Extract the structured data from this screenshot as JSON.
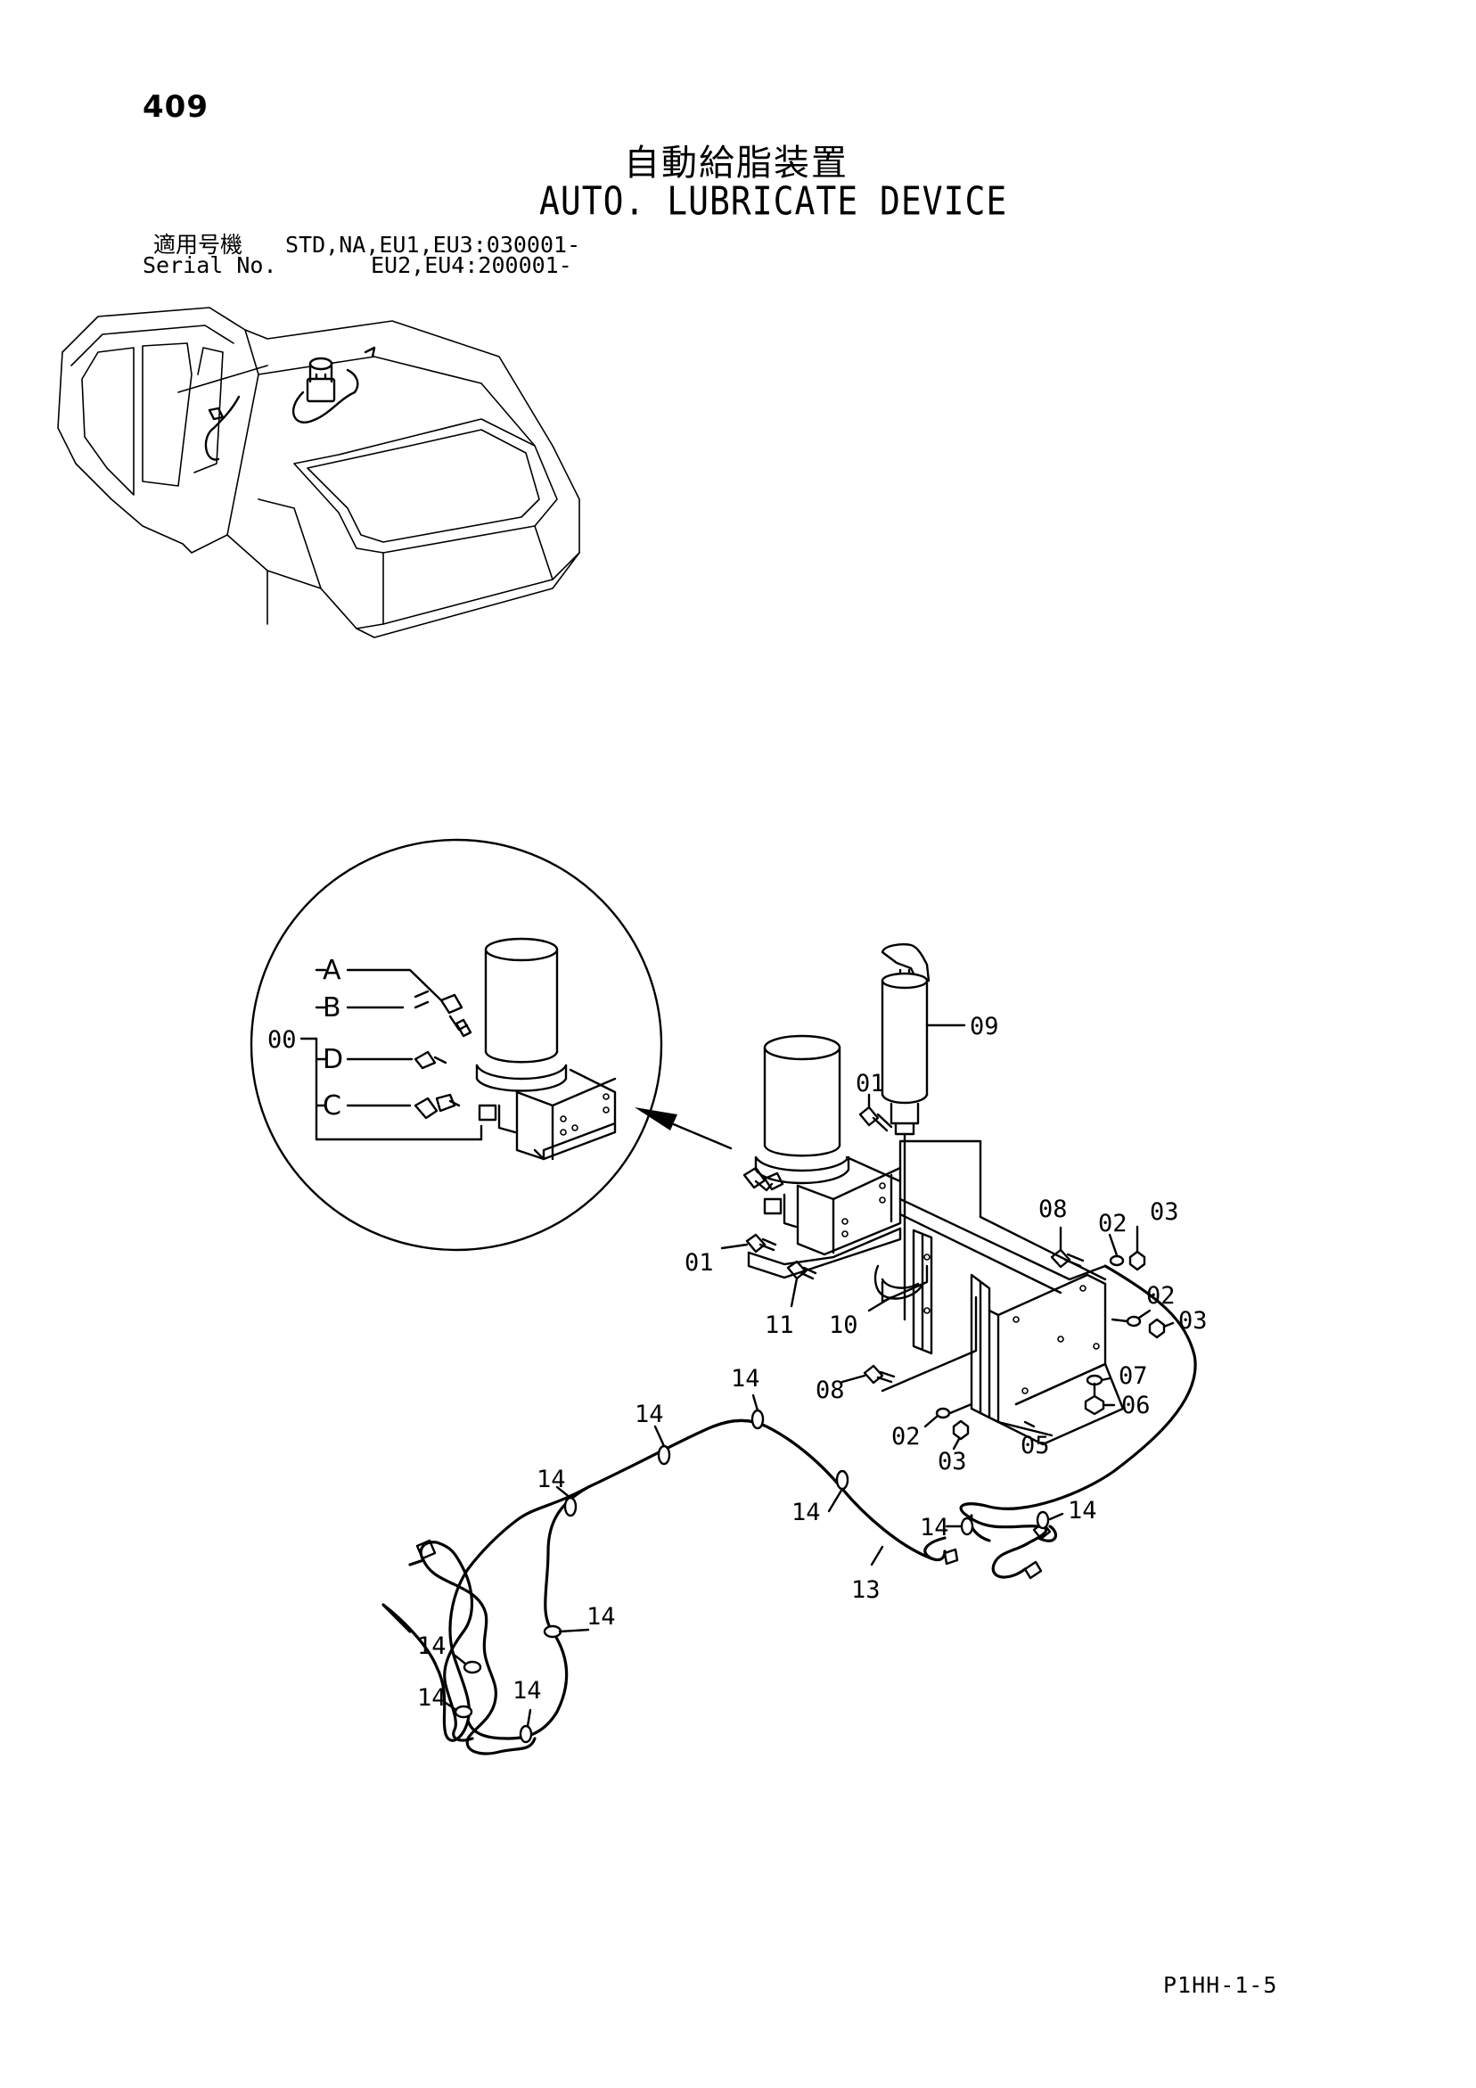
{
  "page_number": "409",
  "title_ja": "自動給脂装置",
  "title_en": "AUTO. LUBRICATE DEVICE",
  "serial": {
    "row1_label": "適用号機",
    "row1_value": "STD,NA,EU1,EU3:030001-",
    "row2_label": "Serial No.",
    "row2_value": "EU2,EU4:200001-"
  },
  "detail_group": {
    "group_callout": "00",
    "sub_items": [
      "A",
      "B",
      "D",
      "C"
    ]
  },
  "callouts": {
    "pump_left_bolt": "01",
    "pump_right_bolt": "01",
    "cartridge": "09",
    "bracket_bolt": "08",
    "lower_bolt": "08",
    "washer_top": "02",
    "nut_top": "03",
    "washer_mid": "02",
    "nut_mid": "03",
    "washer_low": "02",
    "nut_low": "03",
    "washer_07": "07",
    "bolt_06": "06",
    "bracket_05": "05",
    "clamp_10": "10",
    "bolt_11": "11",
    "harness_13": "13",
    "clip_1": "14",
    "clip_2": "14",
    "clip_3": "14",
    "clip_4": "14",
    "clip_5": "14",
    "clip_6": "14",
    "clip_7": "14",
    "clip_8": "14",
    "clip_9": "14",
    "clip_10": "14"
  },
  "footer_code": "P1HH-1-5"
}
